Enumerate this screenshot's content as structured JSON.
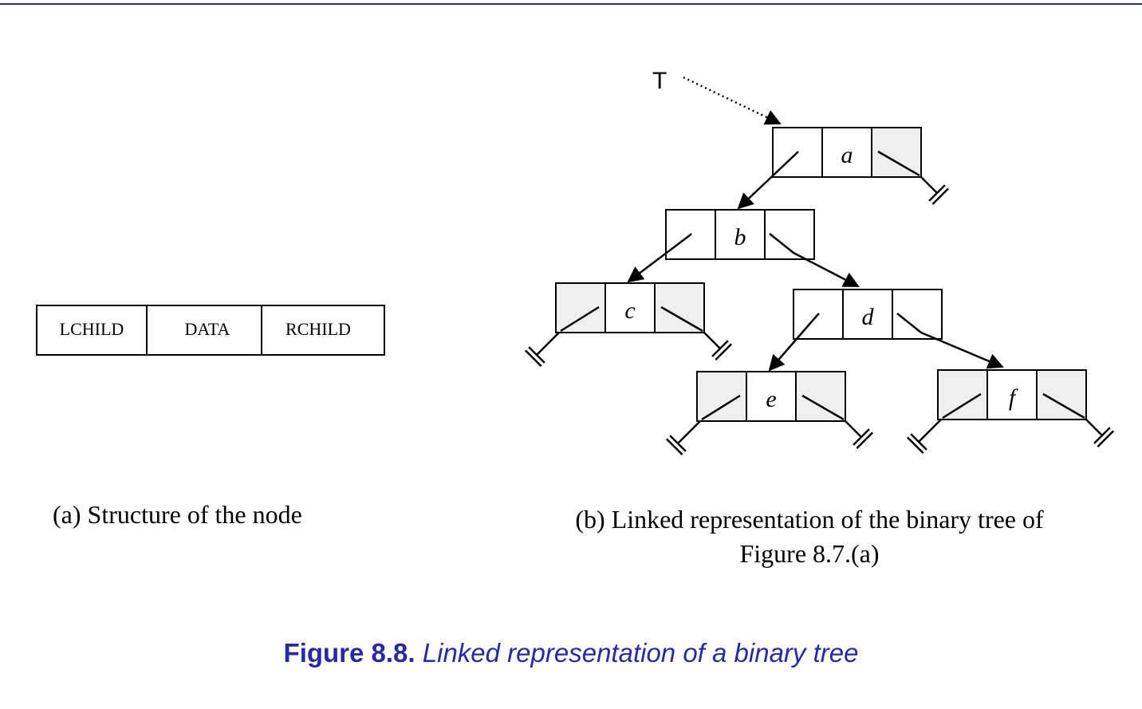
{
  "structure": {
    "fields": [
      "LCHILD",
      "DATA",
      "RCHILD"
    ],
    "caption": "(a) Structure of the node"
  },
  "tree": {
    "root_label": "T",
    "nodes": [
      {
        "data": "a",
        "left": "b",
        "right": null
      },
      {
        "data": "b",
        "left": "c",
        "right": "d"
      },
      {
        "data": "c",
        "left": null,
        "right": null
      },
      {
        "data": "d",
        "left": "e",
        "right": "f"
      },
      {
        "data": "e",
        "left": null,
        "right": null
      },
      {
        "data": "f",
        "left": null,
        "right": null
      }
    ],
    "caption_line1": "(b) Linked representation of the binary tree of",
    "caption_line2": "Figure 8.7.(a)"
  },
  "figure": {
    "number": "Figure 8.8.",
    "title": "Linked representation of a binary tree"
  },
  "colors": {
    "rule": "#2b2b8f",
    "figure_caption": "#2a2aa0",
    "null_cell": "#efefef"
  }
}
